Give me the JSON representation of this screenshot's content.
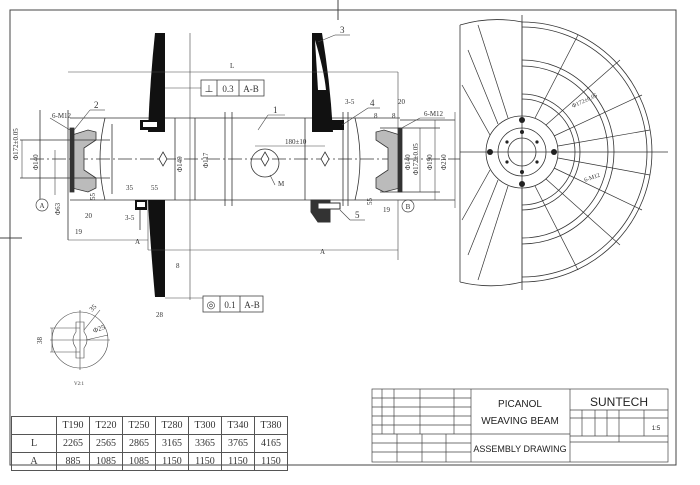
{
  "title_block": {
    "line1": "PICANOL",
    "line2": "WEAVING BEAM",
    "subtitle": "ASSEMBLY DRAWING",
    "company": "SUNTECH",
    "scale": "1:5"
  },
  "spec_table": {
    "columns": [
      "",
      "T190",
      "T220",
      "T250",
      "T280",
      "T300",
      "T340",
      "T380"
    ],
    "rows": [
      {
        "label": "L",
        "values": [
          "2265",
          "2565",
          "2865",
          "3165",
          "3365",
          "3765",
          "4165"
        ]
      },
      {
        "label": "A",
        "values": [
          "885",
          "1085",
          "1085",
          "1150",
          "1150",
          "1150",
          "1150"
        ]
      }
    ]
  },
  "tolerances": {
    "perpendicularity": {
      "symbol": "⊥",
      "value": "0.3",
      "datum": "A-B"
    },
    "concentricity": {
      "symbol": "◎",
      "value": "0.1",
      "datum": "A-B"
    }
  },
  "part_labels": [
    "1",
    "2",
    "3",
    "4",
    "5"
  ],
  "dimensions": {
    "overall_length": "L",
    "flange_spacing": "A",
    "bolt_left": "6-M12",
    "bolt_right": "6-M12",
    "dia_left_outer": "Φ172±0.05",
    "dia_left_inner": "Φ140",
    "dia_left_bore": "Φ63",
    "dia_right_inner": "Φ140",
    "dia_right_tol": "Φ172±0.05",
    "dia_right_190": "Φ190",
    "dia_right_210": "Φ210",
    "shaft_1": "Φ149",
    "shaft_2": "Φ117",
    "key_spacing": "180±10",
    "detail_mark": "M",
    "d_20": "20",
    "d_19": "19",
    "d_8a": "8",
    "d_8b": "8",
    "d_35": "35",
    "d_55": "55",
    "d_28": "28",
    "d_3_5": "3-5",
    "d_8c": "8",
    "d_38": "38",
    "d_35b": "35",
    "d_25": "Φ25",
    "d_5555": "55",
    "datum_A": "A",
    "datum_B": "B",
    "detail_view_label": "V2:1"
  }
}
